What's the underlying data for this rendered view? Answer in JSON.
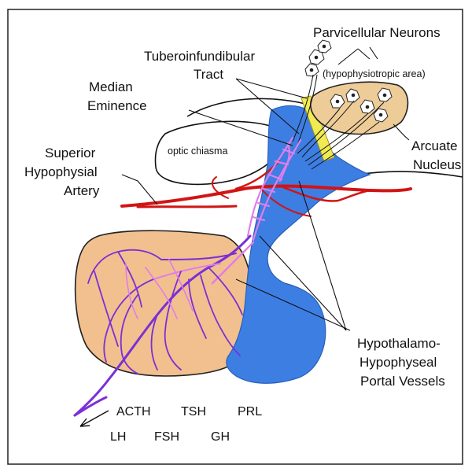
{
  "labels": {
    "parvicellular": "Parvicellular Neurons",
    "hypophysiotropic": "(hypophysiotropic area)",
    "tuberoinfundibular_1": "Tuberoinfundibular",
    "tuberoinfundibular_2": "Tract",
    "median_1": "Median",
    "median_2": "Eminence",
    "optic_chiasma": "optic chiasma",
    "arcuate_1": "Arcuate",
    "arcuate_2": "Nucleus",
    "superior_1": "Superior",
    "superior_2": "Hypophysial",
    "superior_3": "Artery",
    "portal_1": "Hypothalamo-",
    "portal_2": "Hypophyseal",
    "portal_3": "Portal Vessels"
  },
  "hormones": [
    "ACTH",
    "TSH",
    "PRL",
    "LH",
    "FSH",
    "GH"
  ],
  "colors": {
    "third_ventricle": "#3d7ee3",
    "anterior_pituitary": "#f1c08e",
    "arcuate_nucleus": "#eecc98",
    "tract": "#f2ea52",
    "artery": "#d21414",
    "portal_vessels": "#7b2fd6",
    "capillaries": "#e07ee8"
  }
}
